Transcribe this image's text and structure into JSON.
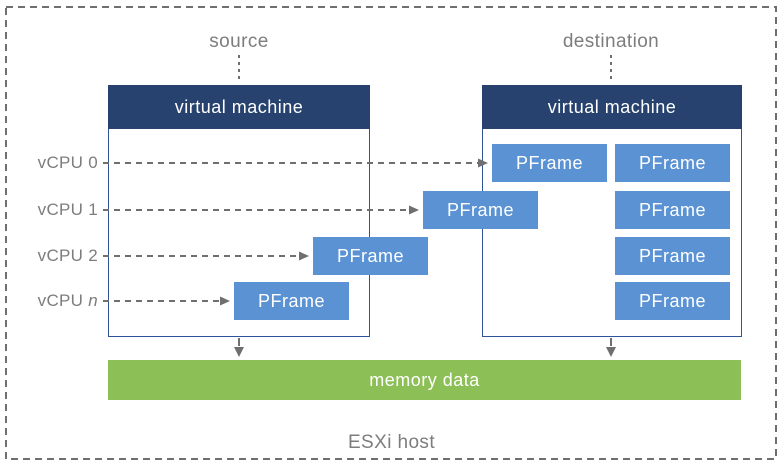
{
  "colors": {
    "navy": "#27426e",
    "blue": "#5a92d4",
    "green": "#8cbf55",
    "text-gray": "#7d7d7d",
    "line-gray": "#6f6f6f",
    "vm-border": "#2f5496"
  },
  "labels": {
    "source": "source",
    "destination": "destination",
    "esxi_host": "ESXi host"
  },
  "source_vm": {
    "title": "virtual machine"
  },
  "destination_vm": {
    "title": "virtual machine"
  },
  "vcpus": [
    {
      "prefix": "vCPU",
      "index": "0",
      "italic": false
    },
    {
      "prefix": "vCPU",
      "index": "1",
      "italic": false
    },
    {
      "prefix": "vCPU",
      "index": "2",
      "italic": false
    },
    {
      "prefix": "vCPU",
      "index": "n",
      "italic": true
    }
  ],
  "pframes": [
    {
      "id": "destination-row1-col1",
      "label": "PFrame"
    },
    {
      "id": "destination-row1-col2",
      "label": "PFrame"
    },
    {
      "id": "vcpu1-transfer",
      "label": "PFrame"
    },
    {
      "id": "destination-row2-col2",
      "label": "PFrame"
    },
    {
      "id": "vcpu2-transfer",
      "label": "PFrame"
    },
    {
      "id": "destination-row3-col2",
      "label": "PFrame"
    },
    {
      "id": "source-vcpu-n",
      "label": "PFrame"
    },
    {
      "id": "destination-row4-col2",
      "label": "PFrame"
    }
  ],
  "memory_bar": {
    "label": "memory data"
  }
}
